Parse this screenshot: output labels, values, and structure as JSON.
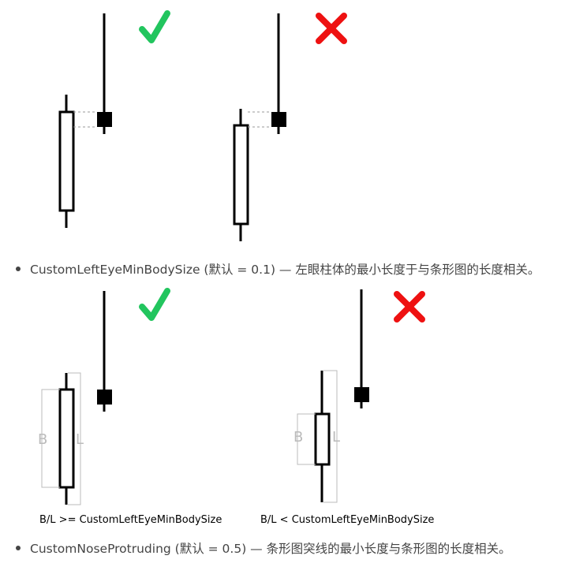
{
  "section1": {
    "bullet_text": "CustomLeftEyeMinBodySize (默认 = 0.1) — 左眼柱体的最小长度于与条形图的长度相关。",
    "correct_icon": "check-mark-icon",
    "wrong_icon": "cross-mark-icon"
  },
  "section2": {
    "bullet_text": "CustomNoseProtruding (默认 = 0.5) — 条形图突线的最小长度与条形图的长度相关。",
    "label_b": "B",
    "label_l": "L",
    "caption_left": "B/L >= CustomLeftEyeMinBodySize",
    "caption_right": "B/L < CustomLeftEyeMinBodySize"
  },
  "colors": {
    "check": "#22c55e",
    "cross": "#ee1111",
    "bracket": "#bbbbbb",
    "dashed": "#999999"
  }
}
